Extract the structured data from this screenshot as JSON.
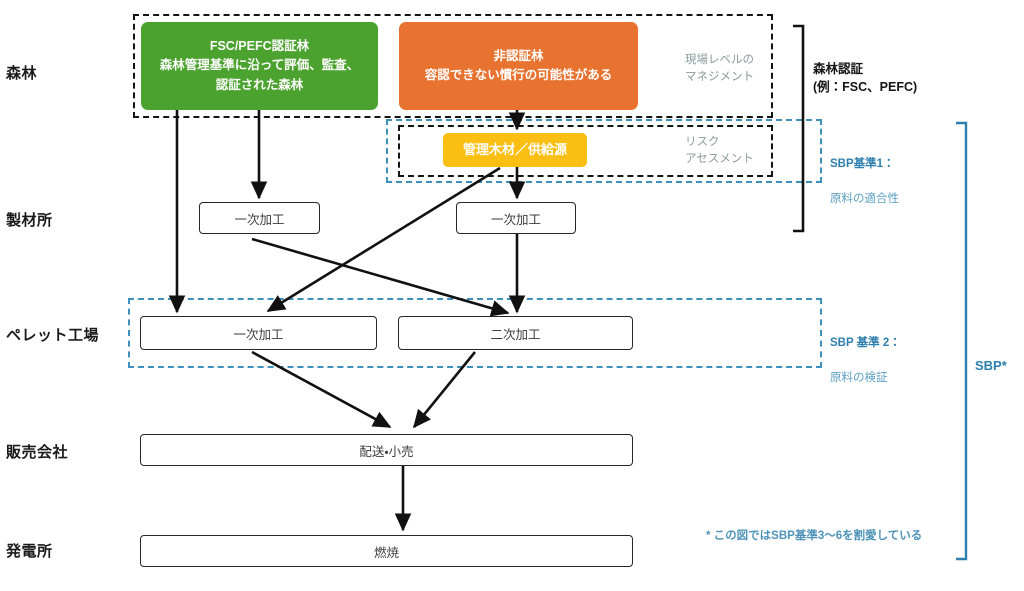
{
  "diagram": {
    "title_rows": [
      {
        "id": "forest",
        "label": "森林"
      },
      {
        "id": "sawmill",
        "label": "製材所"
      },
      {
        "id": "pellet-plant",
        "label": "ペレット工場"
      },
      {
        "id": "distributor",
        "label": "販売会社"
      },
      {
        "id": "power-plant",
        "label": "発電所"
      }
    ],
    "source_boxes": [
      {
        "id": "certified-forest",
        "label": "FSC/PEFC認証林\n森林管理基準に沿って評価、監査、\n認証された森林",
        "color": "#4CA22E"
      },
      {
        "id": "uncertified-forest",
        "label": "非認証林\n容認できない慣行の可能性がある",
        "color": "#E8722F"
      },
      {
        "id": "controlled-wood",
        "label": "管理木材／供給源",
        "color": "#FBBE12"
      }
    ],
    "process_boxes": [
      {
        "id": "sawmill-primary-left",
        "label": "一次加工"
      },
      {
        "id": "sawmill-primary-right",
        "label": "一次加工"
      },
      {
        "id": "pellet-primary",
        "label": "一次加工"
      },
      {
        "id": "pellet-secondary",
        "label": "二次加工"
      },
      {
        "id": "distribution-retail",
        "label": "配送・小売"
      },
      {
        "id": "combustion",
        "label": "燃焼"
      }
    ],
    "group_annotations": [
      {
        "id": "site-level-management",
        "label": "現場レベルの\nマネジメント",
        "color": "#8A9B99"
      },
      {
        "id": "risk-assessment",
        "label": "リスク\nアセスメント",
        "color": "#8A9B99"
      }
    ],
    "bracket_annotations": [
      {
        "id": "forest-certification",
        "label": "森林認証\n(例：FSC、PEFC)",
        "color": "#151515"
      },
      {
        "id": "sbp-standard-1",
        "label": "SBP基準1：",
        "label2": "原料の適合性",
        "color": "#2E7FAE"
      },
      {
        "id": "sbp-standard-2",
        "label": "SBP 基準 2：",
        "label2": "原料の検証",
        "color": "#2E7FAE"
      },
      {
        "id": "sbp-overall",
        "label": "SBP*",
        "color": "#2E7FAE"
      }
    ],
    "footnote": {
      "id": "sbp-footnote",
      "label": "* この図ではSBP基準3〜6を割愛している",
      "color": "#4E93B8"
    },
    "colors": {
      "green": "#4CA22E",
      "orange": "#E8722F",
      "yellow": "#FBBE12",
      "blue": "#3E90BD",
      "blue_dark": "#2E7FAE",
      "gray_text": "#8A9B99",
      "black": "#141414"
    }
  }
}
